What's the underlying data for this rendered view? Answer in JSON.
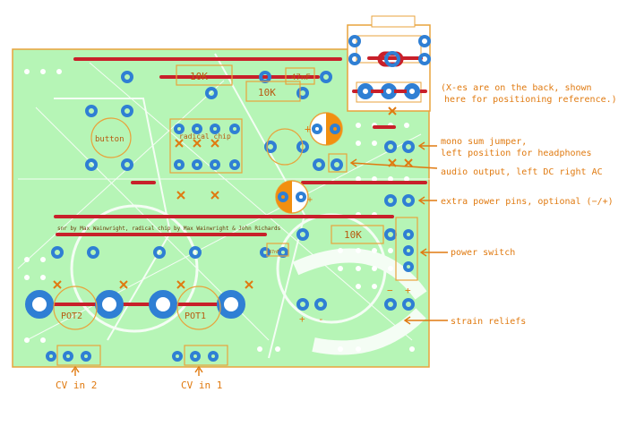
{
  "colors": {
    "board": "#b6f5b6",
    "board_light": "#d8fad8",
    "outline": "#e8a33c",
    "pad": "#2f7fd4",
    "trace": "#c8202a",
    "label": "#e07a10",
    "silk_text": "#b85a10",
    "white": "#ffffff"
  },
  "components": {
    "r1": "10K",
    "r2": "10K",
    "r3": "10K",
    "cap": "47nF",
    "button": "button",
    "chip": "radical chip",
    "pot1": "POT1",
    "pot2": "POT2",
    "credit": "snr by Max Wainwright, radical chip by Max Wainwright & John Richards",
    "small_cap": "47nF"
  },
  "polarity": {
    "plus": "+",
    "minus": "−",
    "minus_small": "-",
    "cap_plus": "+"
  },
  "annotations": {
    "x_note_line1": "(X-es are on the back, shown",
    "x_note_line2": "here for positioning reference.)",
    "mono_line1": "mono sum jumper,",
    "mono_line2": "left position for headphones",
    "audio_output": "audio output, left DC right AC",
    "extra_power": "extra power pins, optional (−/+)",
    "power_switch": "power switch",
    "strain_reliefs": "strain reliefs",
    "cv_in_2": "CV in 2",
    "cv_in_1": "CV in 1"
  }
}
